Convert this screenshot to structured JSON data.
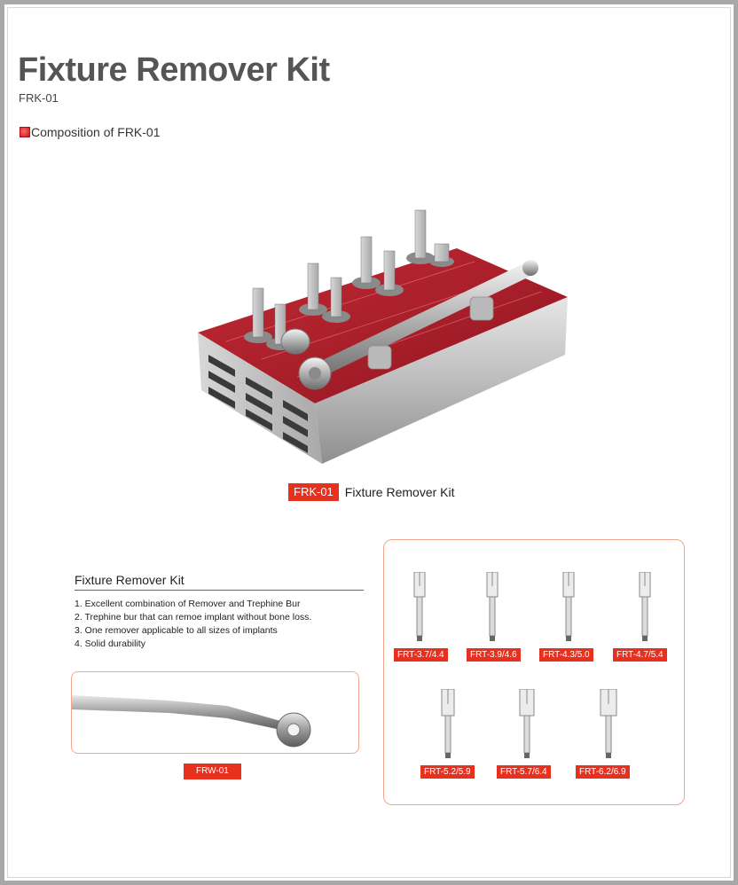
{
  "header": {
    "title": "Fixture Remover Kit",
    "model": "FRK-01",
    "section_label": "Composition of FRK-01"
  },
  "photo_caption": {
    "code": "FRK-01",
    "name": "Fixture Remover Kit"
  },
  "description": {
    "title": "Fixture Remover Kit",
    "items": [
      "1. Excellent combination of Remover and Trephine Bur",
      "2. Trephine bur that can remoe implant without bone loss.",
      "3. One remover applicable to all sizes of implants",
      "4. Solid durability"
    ]
  },
  "wrench": {
    "code": "FRW-01"
  },
  "trephine_burs": [
    "FRT-3.7/4.4",
    "FRT-3.9/4.6",
    "FRT-4.3/5.0",
    "FRT-4.7/5.4",
    "FRT-5.2/5.9",
    "FRT-5.7/6.4",
    "FRT-6.2/6.9"
  ],
  "colors": {
    "accent": "#e8301f",
    "title": "#555555",
    "tray_red": "#b8222c",
    "border_soft": "#f2a58f"
  }
}
